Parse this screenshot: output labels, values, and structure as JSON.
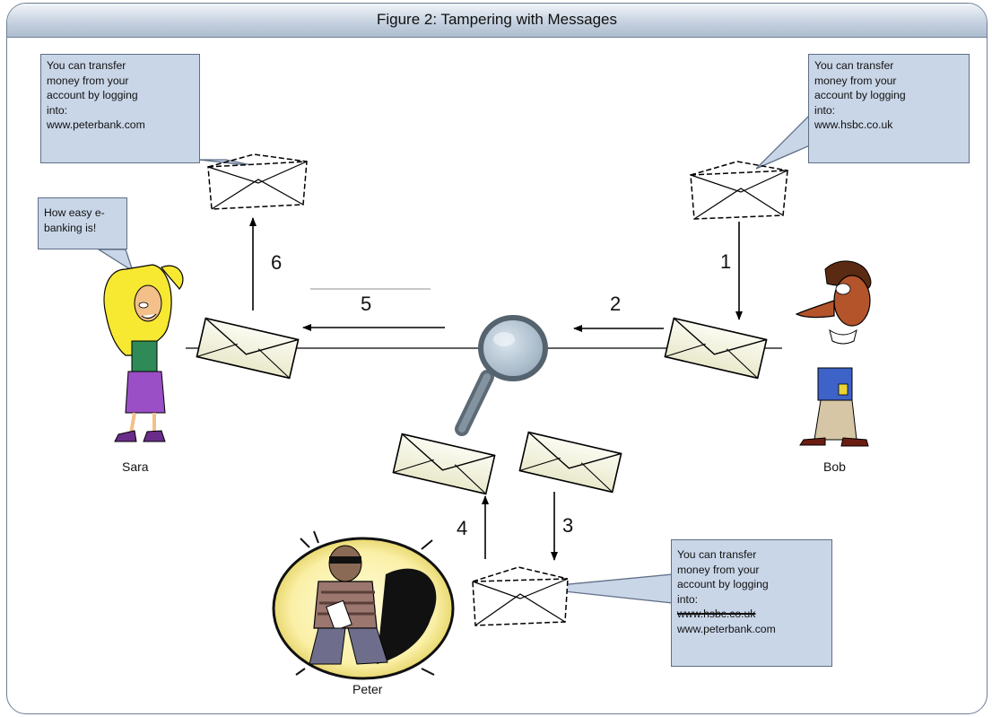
{
  "figure": {
    "title": "Figure 2: Tampering with Messages"
  },
  "callouts": {
    "sara_received": {
      "lines": [
        "You can transfer",
        "money from your",
        "account by logging",
        "into:",
        "www.peterbank.com"
      ]
    },
    "bob_original": {
      "lines": [
        "You can transfer",
        "money from your",
        "account by logging",
        "into:",
        "www.hsbc.co.uk"
      ]
    },
    "sara_speech": {
      "lines": [
        "How easy e-",
        "banking is!"
      ]
    },
    "peter_tampered": {
      "lines": [
        "You can transfer",
        "money from your",
        "account by logging",
        "into:"
      ],
      "struck_line": "www.hsbc.co.uk",
      "replacement_line": "www.peterbank.com"
    }
  },
  "people": {
    "sara": "Sara",
    "bob": "Bob",
    "peter": "Peter"
  },
  "steps": [
    "1",
    "2",
    "3",
    "4",
    "5",
    "6"
  ]
}
